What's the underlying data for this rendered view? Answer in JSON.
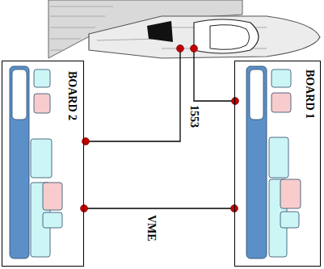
{
  "diagram": {
    "nodes": [
      {
        "text": [
          "BOARD 2"
        ]
      },
      {
        "text": [
          "BOARD 1"
        ]
      }
    ],
    "edges": [
      {
        "from": 0,
        "to": 1,
        "arrow": "none",
        "label": "VME"
      }
    ],
    "labels": [
      "1553"
    ]
  }
}
